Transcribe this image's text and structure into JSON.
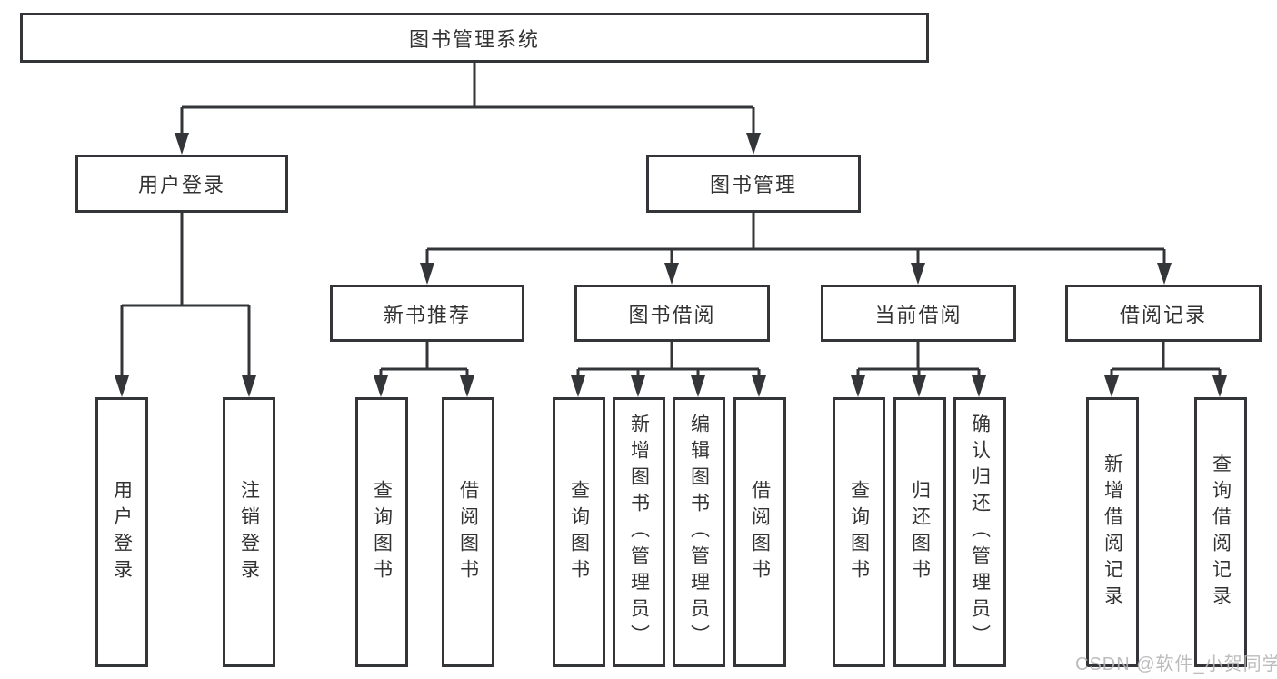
{
  "diagram": {
    "tree": {
      "root": {
        "label": "图书管理系统"
      },
      "children": [
        {
          "label": "用户登录",
          "children": [
            {
              "label": "用户登录"
            },
            {
              "label": "注销登录"
            }
          ]
        },
        {
          "label": "图书管理",
          "children": [
            {
              "label": "新书推荐",
              "children": [
                {
                  "label": "查询图书"
                },
                {
                  "label": "借阅图书"
                }
              ]
            },
            {
              "label": "图书借阅",
              "children": [
                {
                  "label": "查询图书"
                },
                {
                  "label": "新增图书（管理员）"
                },
                {
                  "label": "编辑图书（管理员）"
                },
                {
                  "label": "借阅图书"
                }
              ]
            },
            {
              "label": "当前借阅",
              "children": [
                {
                  "label": "查询图书"
                },
                {
                  "label": "归还图书"
                },
                {
                  "label": "确认归还（管理员）"
                }
              ]
            },
            {
              "label": "借阅记录",
              "children": [
                {
                  "label": "新增借阅记录"
                },
                {
                  "label": "查询借阅记录"
                }
              ]
            }
          ]
        }
      ]
    },
    "colors": {
      "line": "#333538",
      "text": "#333333",
      "watermark": "#b5b5b5",
      "background": "#ffffff"
    }
  },
  "watermark": {
    "text": "CSDN @软件_小贺同学"
  }
}
